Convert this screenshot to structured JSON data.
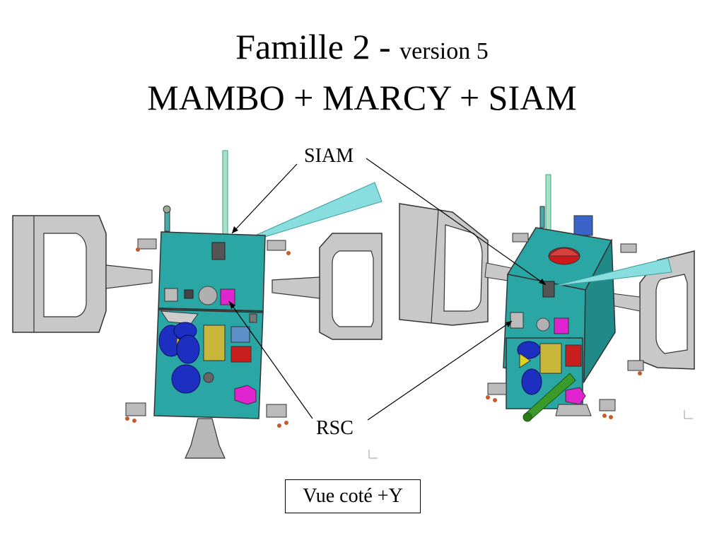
{
  "title": {
    "line1_main": "Famille 2 - ",
    "line1_small": "version 5",
    "line2": "MAMBO + MARCY + SIAM"
  },
  "labels": {
    "siam": "SIAM",
    "rsc": "RSC"
  },
  "caption": "Vue coté +Y",
  "colors": {
    "body_teal": "#2aa6a4",
    "panel_grey": "#c8c8c8",
    "outline": "#333333",
    "magenta": "#e024d0",
    "blue": "#1c2fc0",
    "yellow": "#c9b73c",
    "red": "#c81e1e",
    "beam": "#88dede"
  }
}
